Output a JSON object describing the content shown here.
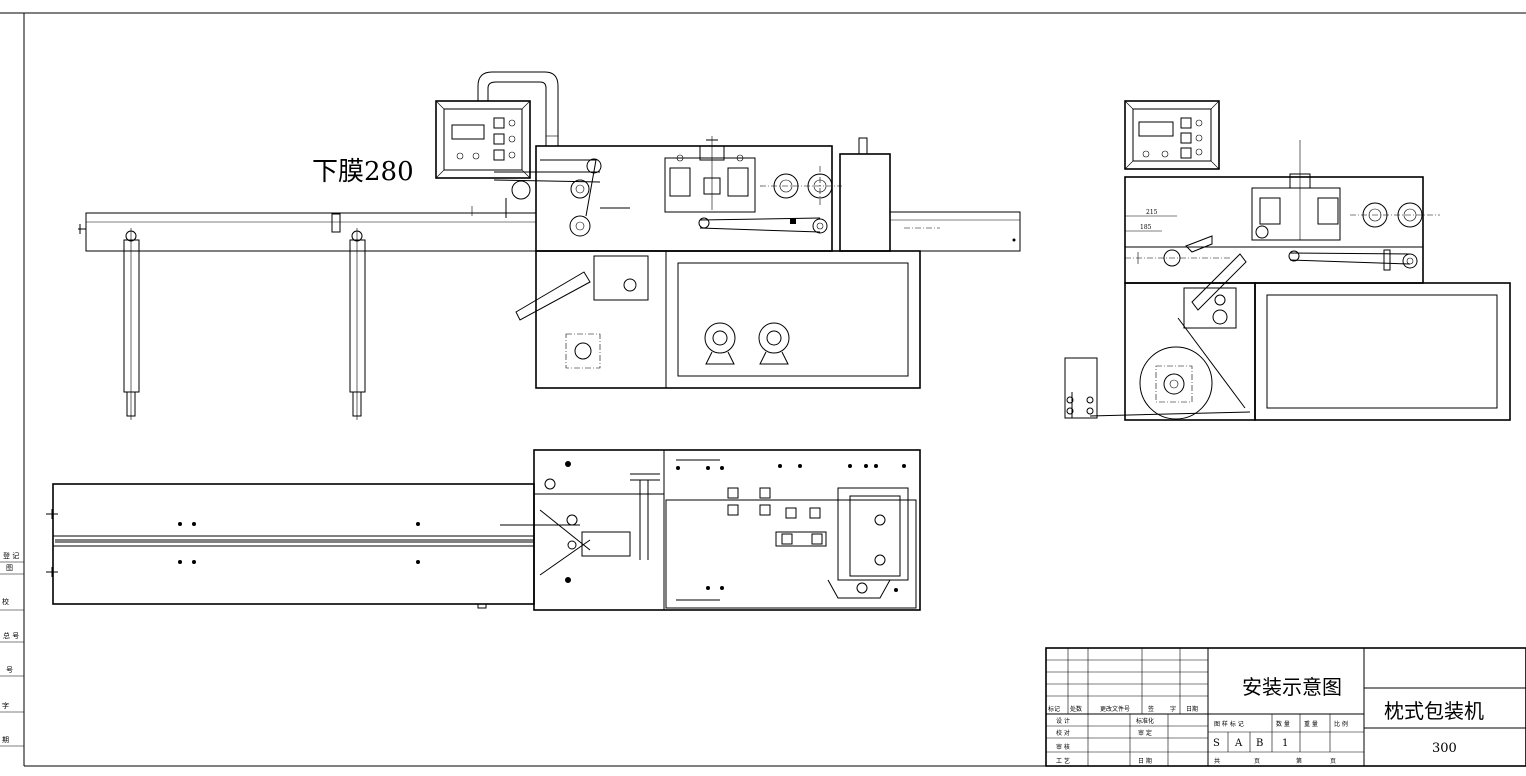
{
  "drawing": {
    "label_film": "下膜280",
    "dim_215": "215",
    "dim_185": "185"
  },
  "side_stamp": [
    "登 记",
    "图",
    "校",
    "总 号",
    "号",
    "字",
    "期"
  ],
  "title_block": {
    "drawing_title": "安装示意图",
    "product_name": "枕式包装机",
    "model": "300",
    "rev_headers": [
      "标记",
      "处数",
      "更改文件号",
      "签",
      "字",
      "日期"
    ],
    "roles_left": [
      "设 计",
      "校 对",
      "审 核",
      "工 艺"
    ],
    "roles_mid": [
      "标准化",
      "审 定",
      "",
      "日 期"
    ],
    "spec_headers": [
      "图 样 标 记",
      "数 量",
      "重 量",
      "比 例"
    ],
    "marks": [
      "S",
      "A",
      "B"
    ],
    "quantity": "1",
    "sheet_labels": [
      "共",
      "页",
      "第",
      "页"
    ]
  }
}
